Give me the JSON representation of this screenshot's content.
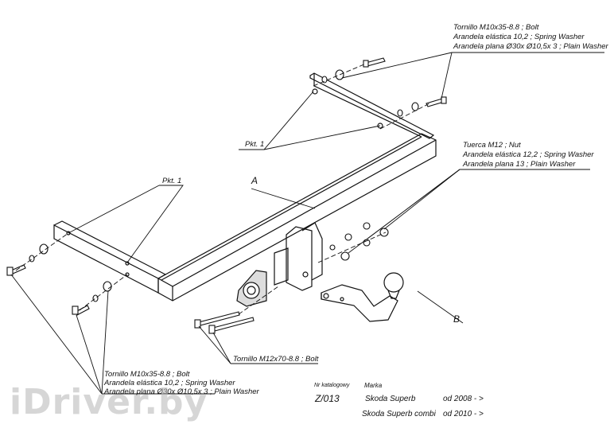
{
  "callouts": {
    "top_right": {
      "line1": "Tornillo M10x35-8.8 ;  Bolt",
      "line2": "Arandela elástica 10,2 ; Spring Washer",
      "line3": "Arandela plana  Ø30x Ø10,5x 3 ; Plain Washer"
    },
    "nut_group": {
      "line1": "Tuerca  M12 ; Nut",
      "line2": "Arandela elástica 12,2 ; Spring Washer",
      "line3": "Arandela plana 13 ; Plain Washer"
    },
    "bottom_left": {
      "line1": "Tornillo M10x35-8.8 ;  Bolt",
      "line2": "Arandela elástica 10,2 ; Spring Washer",
      "line3": "Arandela plana  Ø30x Ø10,5x 3 ; Plain Washer"
    },
    "pkt_top": "Pkt. 1",
    "pkt_left": "Pkt. 1",
    "label_a": "A",
    "label_b": "B",
    "bolt_m12": "Tornillo M12x70-8.8 ;  Bolt"
  },
  "catalog": {
    "header_nr": "Nr katalogowy",
    "header_marka": "Marka",
    "nr": "Z/013",
    "rows": [
      {
        "model": "Skoda Superb",
        "date": "od  2008 - >"
      },
      {
        "model": "Skoda Superb combi",
        "date": "od  2010 - >"
      }
    ]
  },
  "watermark": "iDriver.by"
}
